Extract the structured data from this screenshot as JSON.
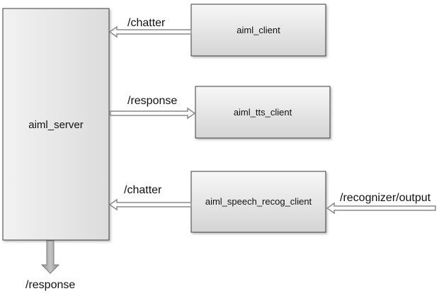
{
  "nodes": {
    "server": "aiml_server",
    "client": "aiml_client",
    "tts_client": "aiml_tts_client",
    "speech_recog_client": "aiml_speech_recog_client"
  },
  "topics": {
    "chatter_top": "/chatter",
    "response_mid": "/response",
    "chatter_bottom": "/chatter",
    "recognizer_output": "/recognizer/output",
    "response_out": "/response"
  },
  "colors": {
    "box_fill_top": "#f7f7f7",
    "box_fill_bottom": "#d4d4d4",
    "box_stroke": "#3a3a3a",
    "arrow_fill": "#ffffff",
    "arrow_stroke": "#8a8a8a",
    "down_arrow_fill": "#a6a6a6"
  }
}
